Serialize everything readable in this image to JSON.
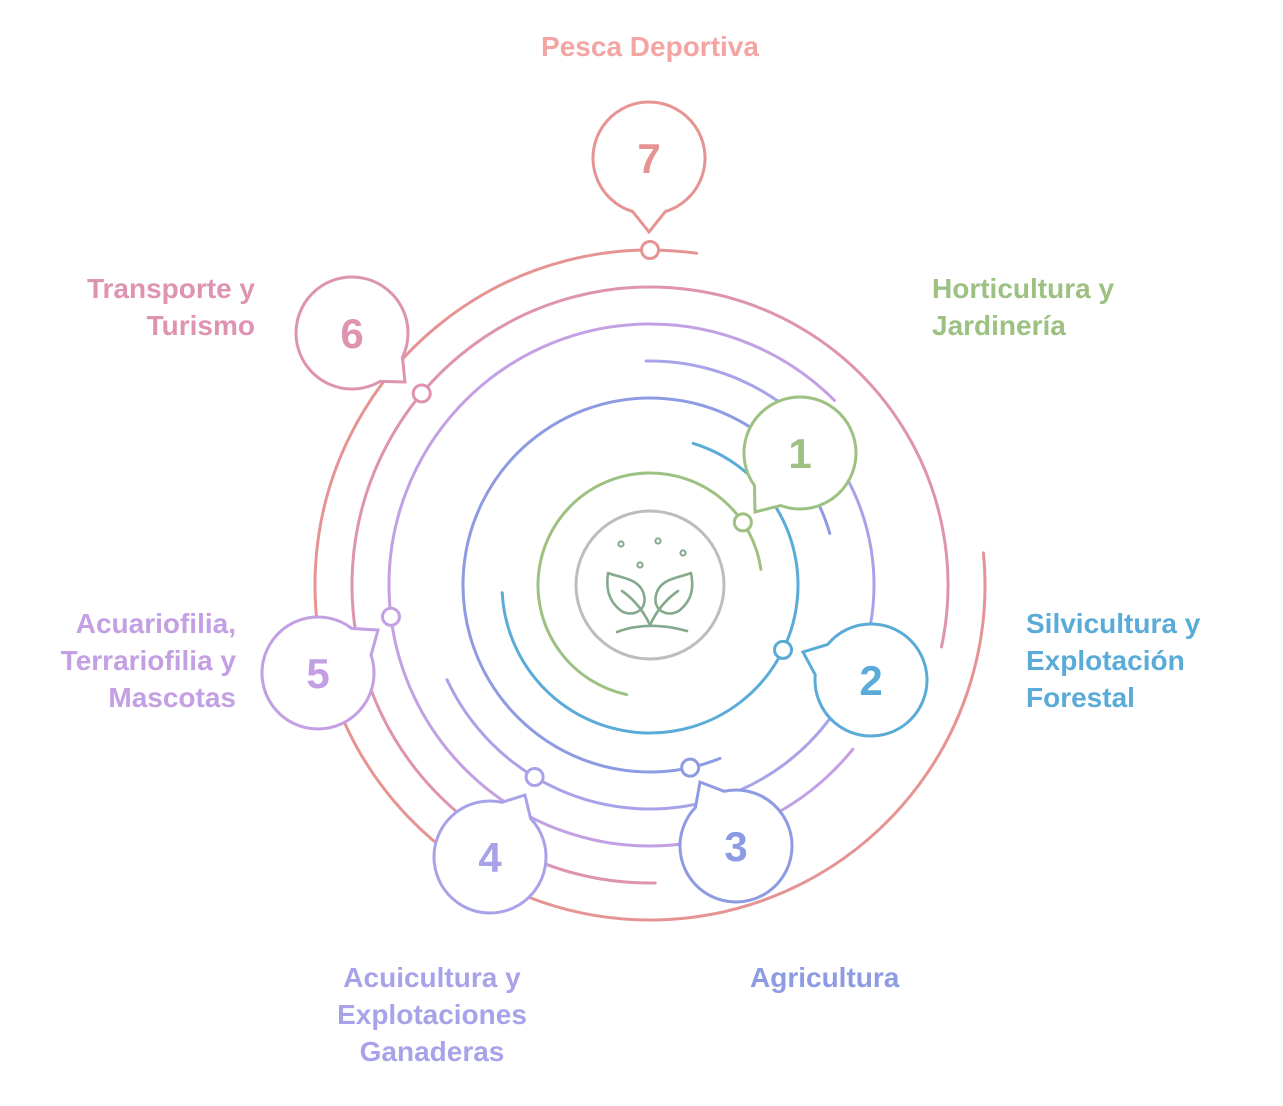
{
  "title": "Pesca y actividades relacionadas",
  "center_icon": "plant-sprout-icon",
  "items": [
    {
      "number": "1",
      "lines": [
        "Horticultura y",
        "Jardinería"
      ],
      "color": "#9DC182"
    },
    {
      "number": "2",
      "lines": [
        "Silvicultura y",
        "Explotación",
        "Forestal"
      ],
      "color": "#5AABD8"
    },
    {
      "number": "3",
      "lines": [
        "Agricultura"
      ],
      "color": "#8D9BE2"
    },
    {
      "number": "4",
      "lines": [
        "Acuicultura y",
        "Explotaciones",
        "Ganaderas"
      ],
      "color": "#A8A3E9"
    },
    {
      "number": "5",
      "lines": [
        "Acuariofilia,",
        "Terrariofilia y",
        "Mascotas"
      ],
      "color": "#C3A0E3"
    },
    {
      "number": "6",
      "lines": [
        "Transporte y",
        "Turismo"
      ],
      "color": "#DE93B0"
    },
    {
      "number": "7",
      "lines": [
        "Pesca Deportiva"
      ],
      "color": "#E69393"
    }
  ],
  "label_colors": {
    "7": "#F4A5A3"
  },
  "center_circle_color": "#BDBDBD",
  "icon_color": "#84A98C"
}
